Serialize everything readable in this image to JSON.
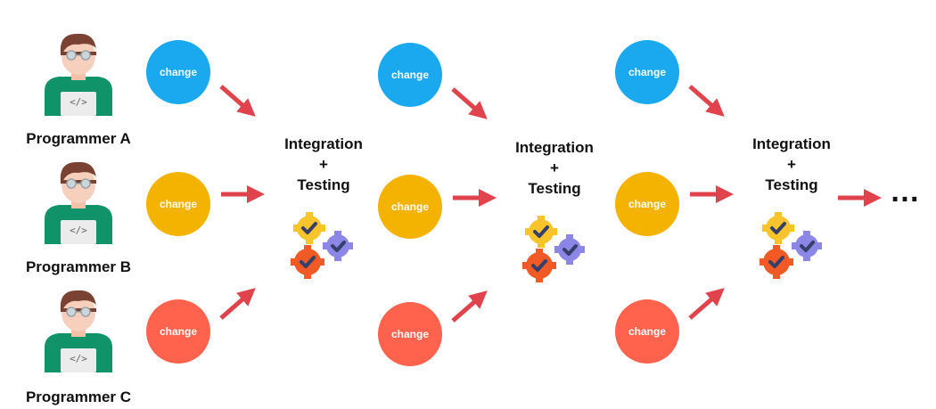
{
  "programmers": [
    {
      "label": "Programmer A",
      "shirt_glyph": "</>"
    },
    {
      "label": "Programmer B",
      "shirt_glyph": "</>"
    },
    {
      "label": "Programmer C",
      "shirt_glyph": "</>"
    }
  ],
  "change_label": "change",
  "stages": [
    {
      "line1": "Integration",
      "line2": "+",
      "line3": "Testing"
    },
    {
      "line1": "Integration",
      "line2": "+",
      "line3": "Testing"
    },
    {
      "line1": "Integration",
      "line2": "+",
      "line3": "Testing"
    }
  ],
  "continuation": "…",
  "colors": {
    "change_top": "#1aa8ef",
    "change_mid": "#f5b301",
    "change_bottom": "#ff624d",
    "arrow": "#e0434b",
    "gear_yellow": "#f7c52b",
    "gear_red": "#f15a24",
    "gear_purple": "#8c86e6",
    "check": "#343f6a"
  }
}
